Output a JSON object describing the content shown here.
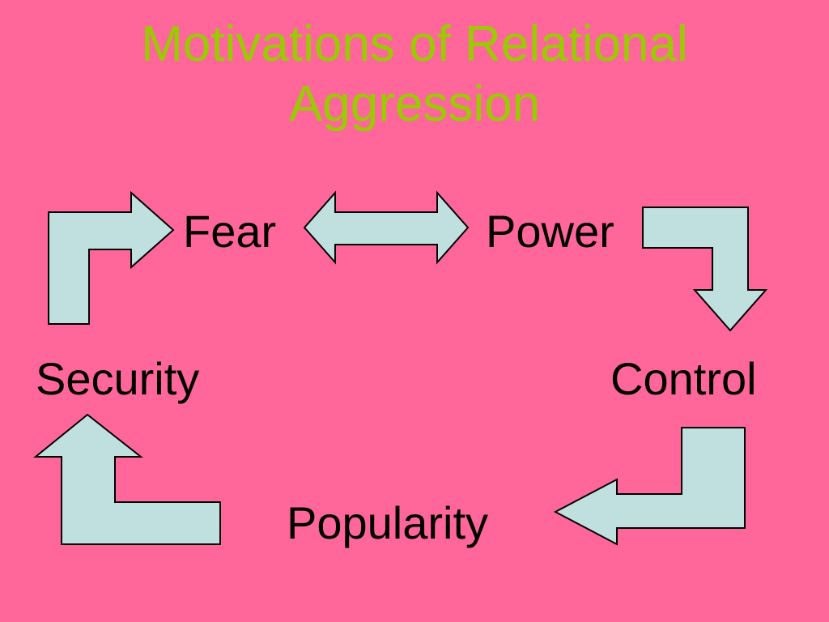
{
  "slide": {
    "title_line1": "Motivations of Relational",
    "title_line2": "Aggression",
    "title_color": "#99cc00",
    "background_color": "#ff6699",
    "arrow_color": "#c0e0e0"
  },
  "diagram": {
    "nodes": {
      "fear": "Fear",
      "power": "Power",
      "control": "Control",
      "popularity": "Popularity",
      "security": "Security"
    },
    "arrows": [
      {
        "from": "Fear",
        "to": "Power",
        "type": "double-headed"
      },
      {
        "from": "Power",
        "to": "Control",
        "type": "bent"
      },
      {
        "from": "Control",
        "to": "Popularity",
        "type": "bent"
      },
      {
        "from": "Popularity",
        "to": "Security",
        "type": "bent"
      },
      {
        "from": "Security",
        "to": "Fear",
        "type": "bent"
      }
    ]
  }
}
